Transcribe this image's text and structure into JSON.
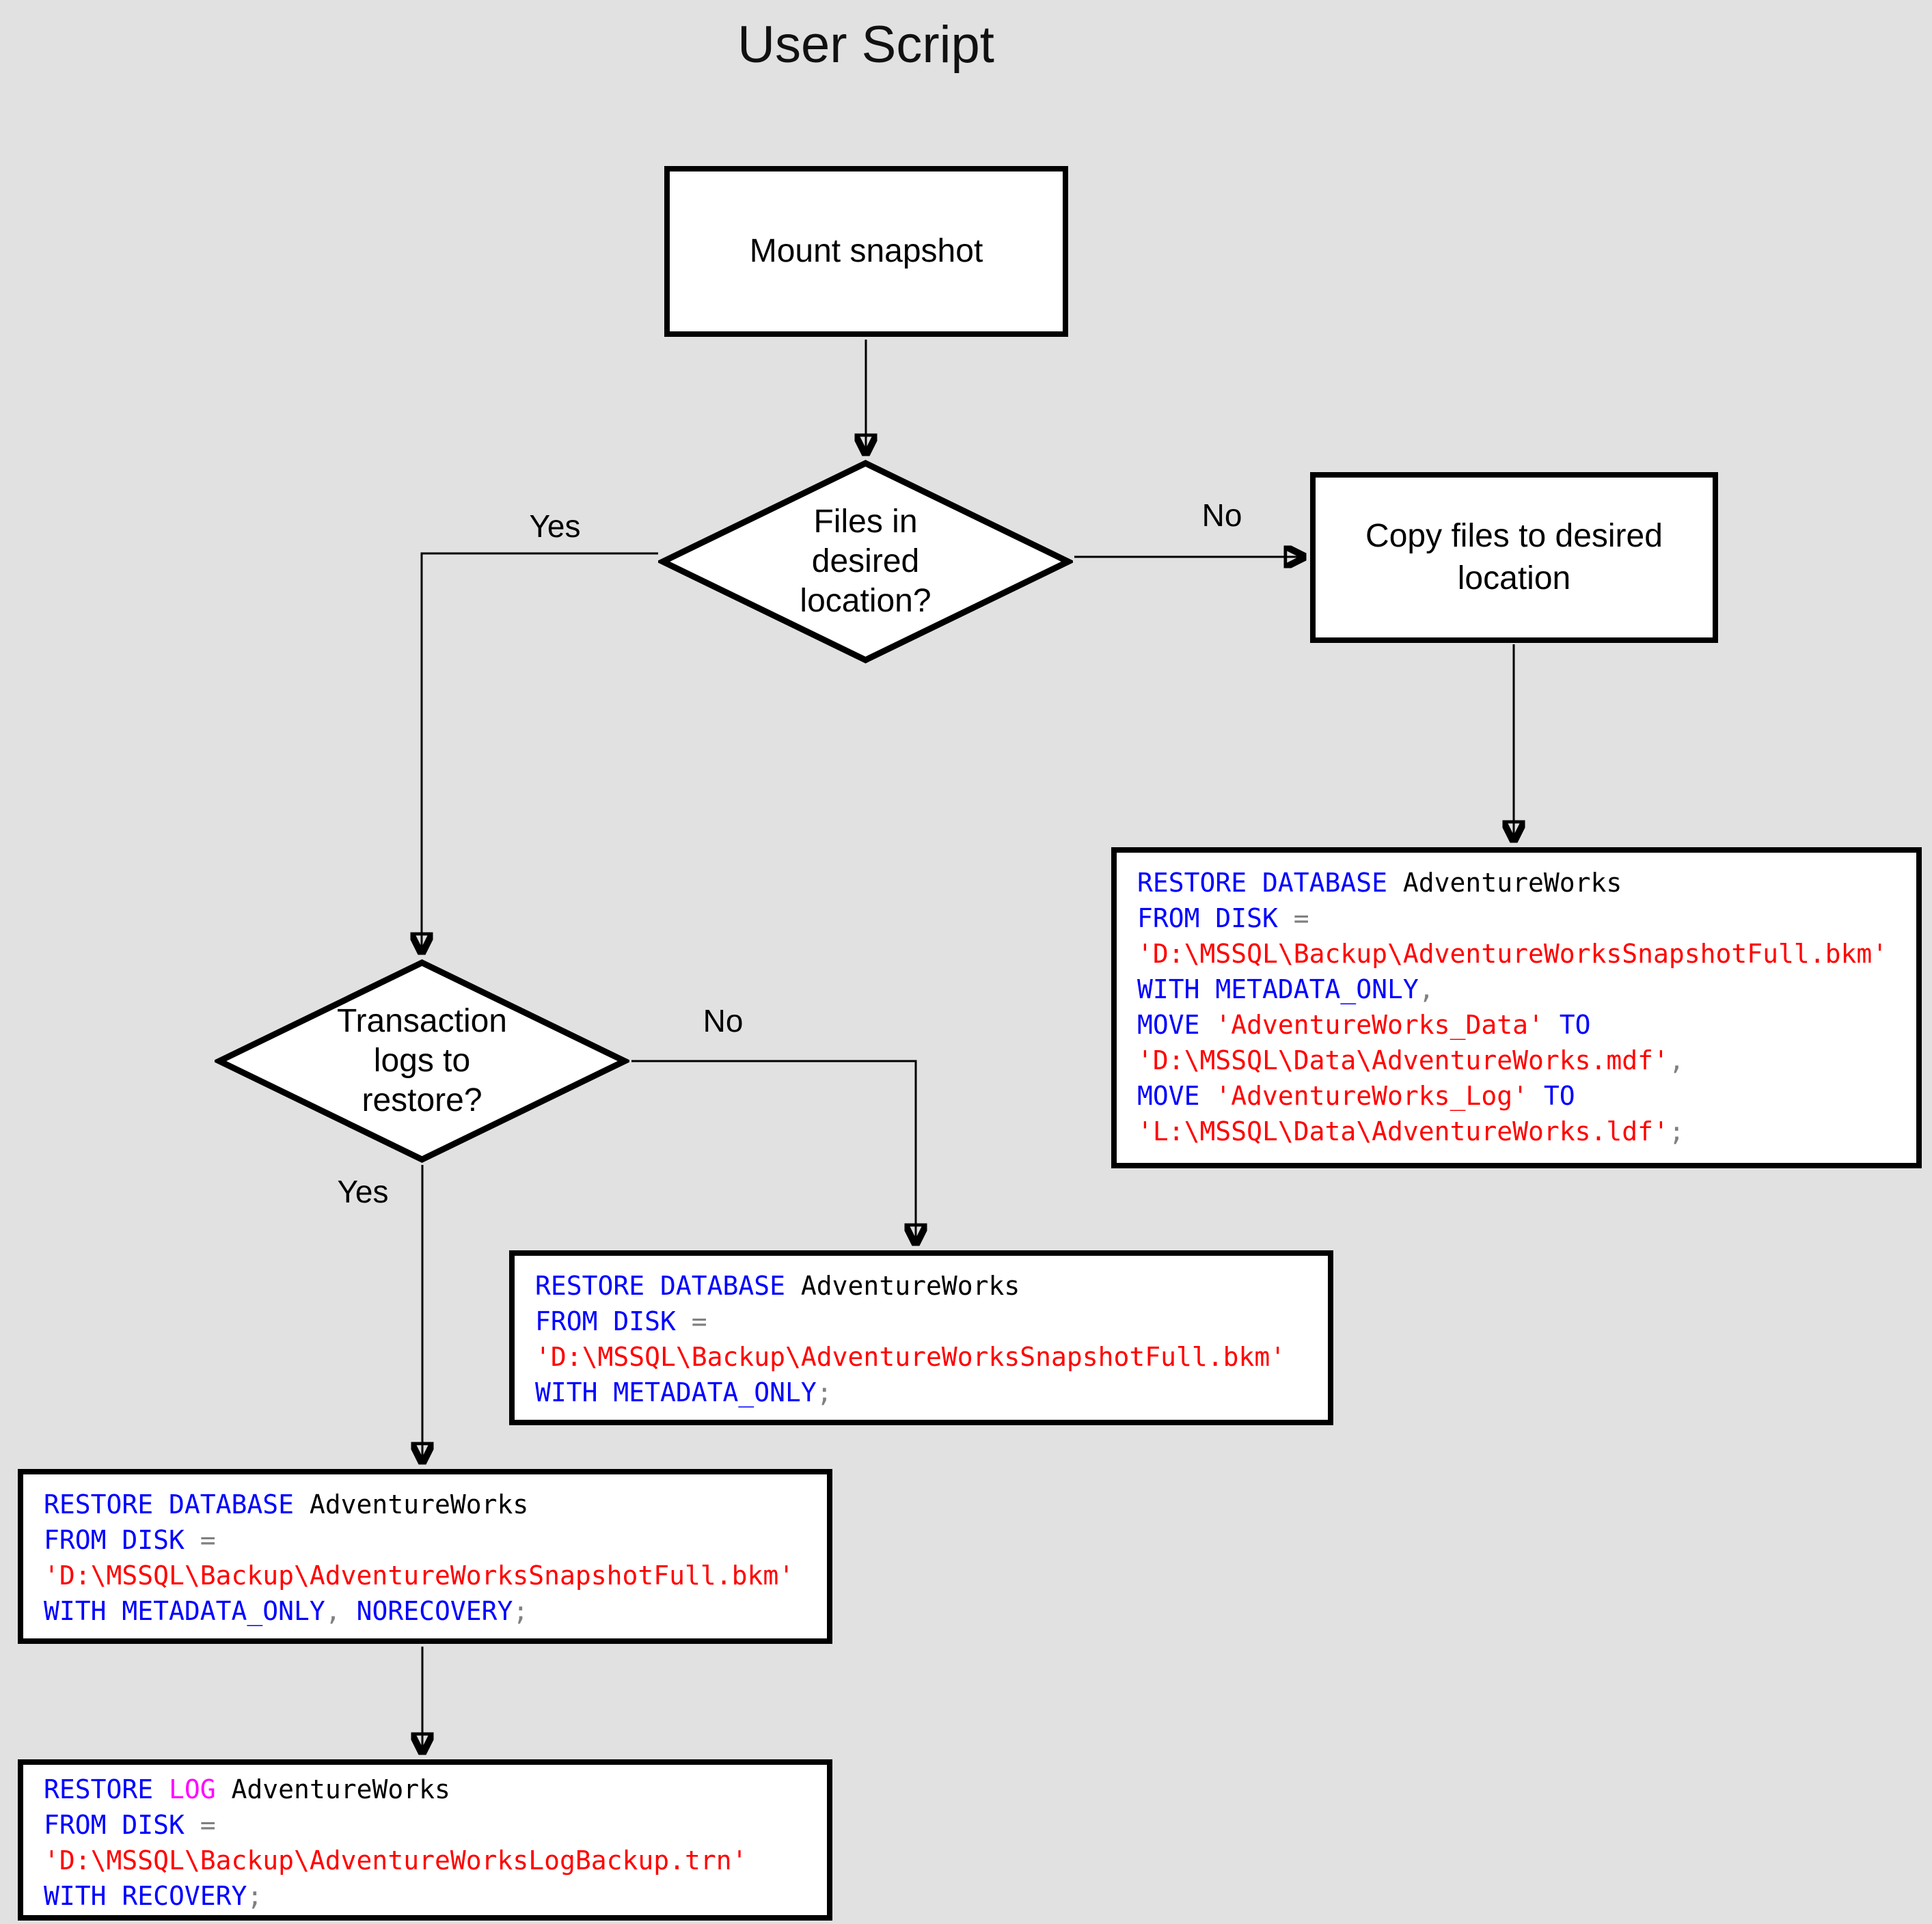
{
  "title": "User Script",
  "nodes": {
    "mount_snapshot": {
      "label": "Mount snapshot"
    },
    "decision_files_location": {
      "lines": [
        "Files in",
        "desired",
        "location?"
      ]
    },
    "copy_files": {
      "lines": [
        "Copy files to desired",
        "location"
      ]
    },
    "decision_transaction_logs": {
      "lines": [
        "Transaction",
        "logs to",
        "restore?"
      ]
    }
  },
  "edge_labels": {
    "files_yes": "Yes",
    "files_no": "No",
    "logs_yes": "Yes",
    "logs_no": "No"
  },
  "colors": {
    "background": "#e1e1e1",
    "node_fill": "#ffffff",
    "node_border": "#000000",
    "token": {
      "k": "#0000ff",
      "i": "#000000",
      "s": "#ff0000",
      "o": "#808080",
      "l": "#ff00ff"
    }
  },
  "code_blocks": {
    "restore_copy_location": {
      "lines": [
        [
          [
            "k",
            "RESTORE DATABASE"
          ],
          [
            "i",
            " AdventureWorks"
          ]
        ],
        [
          [
            "k",
            "FROM DISK"
          ],
          [
            "o",
            " ="
          ]
        ],
        [
          [
            "s",
            "'D:\\MSSQL\\Backup\\AdventureWorksSnapshotFull.bkm'"
          ]
        ],
        [
          [
            "k",
            "WITH METADATA_ONLY"
          ],
          [
            "o",
            ","
          ]
        ],
        [
          [
            "k",
            "MOVE"
          ],
          [
            "s",
            " 'AdventureWorks_Data'"
          ],
          [
            "k",
            " TO"
          ]
        ],
        [
          [
            "s",
            "'D:\\MSSQL\\Data\\AdventureWorks.mdf'"
          ],
          [
            "o",
            ","
          ]
        ],
        [
          [
            "k",
            "MOVE"
          ],
          [
            "s",
            " 'AdventureWorks_Log'"
          ],
          [
            "k",
            " TO"
          ]
        ],
        [
          [
            "s",
            "'L:\\MSSQL\\Data\\AdventureWorks.ldf'"
          ],
          [
            "o",
            ";"
          ]
        ]
      ]
    },
    "restore_metadata_only": {
      "lines": [
        [
          [
            "k",
            "RESTORE DATABASE"
          ],
          [
            "i",
            " AdventureWorks"
          ]
        ],
        [
          [
            "k",
            "FROM DISK"
          ],
          [
            "o",
            " ="
          ]
        ],
        [
          [
            "s",
            "'D:\\MSSQL\\Backup\\AdventureWorksSnapshotFull.bkm'"
          ]
        ],
        [
          [
            "k",
            "WITH METADATA_ONLY"
          ],
          [
            "o",
            ";"
          ]
        ]
      ]
    },
    "restore_norecovery": {
      "lines": [
        [
          [
            "k",
            "RESTORE DATABASE"
          ],
          [
            "i",
            " AdventureWorks"
          ]
        ],
        [
          [
            "k",
            "FROM DISK"
          ],
          [
            "o",
            " ="
          ]
        ],
        [
          [
            "s",
            "'D:\\MSSQL\\Backup\\AdventureWorksSnapshotFull.bkm'"
          ]
        ],
        [
          [
            "k",
            "WITH METADATA_ONLY"
          ],
          [
            "o",
            ","
          ],
          [
            "k",
            " NORECOVERY"
          ],
          [
            "o",
            ";"
          ]
        ]
      ]
    },
    "restore_log_recovery": {
      "lines": [
        [
          [
            "k",
            "RESTORE "
          ],
          [
            "l",
            "LOG"
          ],
          [
            "i",
            " AdventureWorks"
          ]
        ],
        [
          [
            "k",
            "FROM DISK"
          ],
          [
            "o",
            " ="
          ]
        ],
        [
          [
            "s",
            "'D:\\MSSQL\\Backup\\AdventureWorksLogBackup.trn'"
          ]
        ],
        [
          [
            "k",
            "WITH RECOVERY"
          ],
          [
            "o",
            ";"
          ]
        ]
      ]
    }
  }
}
